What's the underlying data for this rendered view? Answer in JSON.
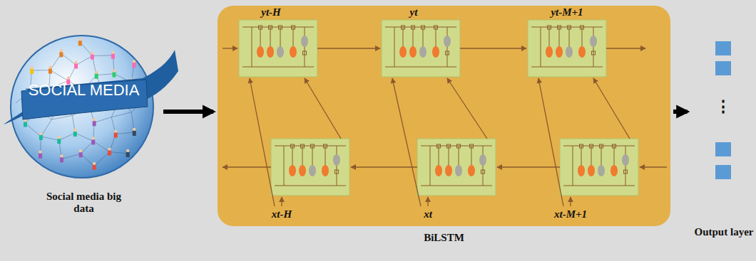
{
  "diagram": {
    "nodes": [
      {
        "text": [
          "SOCIAL MEDIA",
          "Social media big data"
        ]
      },
      {
        "text": [
          "BiLSTM"
        ]
      },
      {
        "text": [
          "Output layer"
        ]
      }
    ],
    "edges": [
      {
        "from": 0,
        "to": 1,
        "arrow": "to"
      },
      {
        "from": 1,
        "to": 2,
        "arrow": "to"
      }
    ],
    "labels": [
      "yt-H",
      "yt",
      "yt-M+1",
      "xt-H",
      "xt",
      "xt-M+1",
      "⋮"
    ]
  }
}
